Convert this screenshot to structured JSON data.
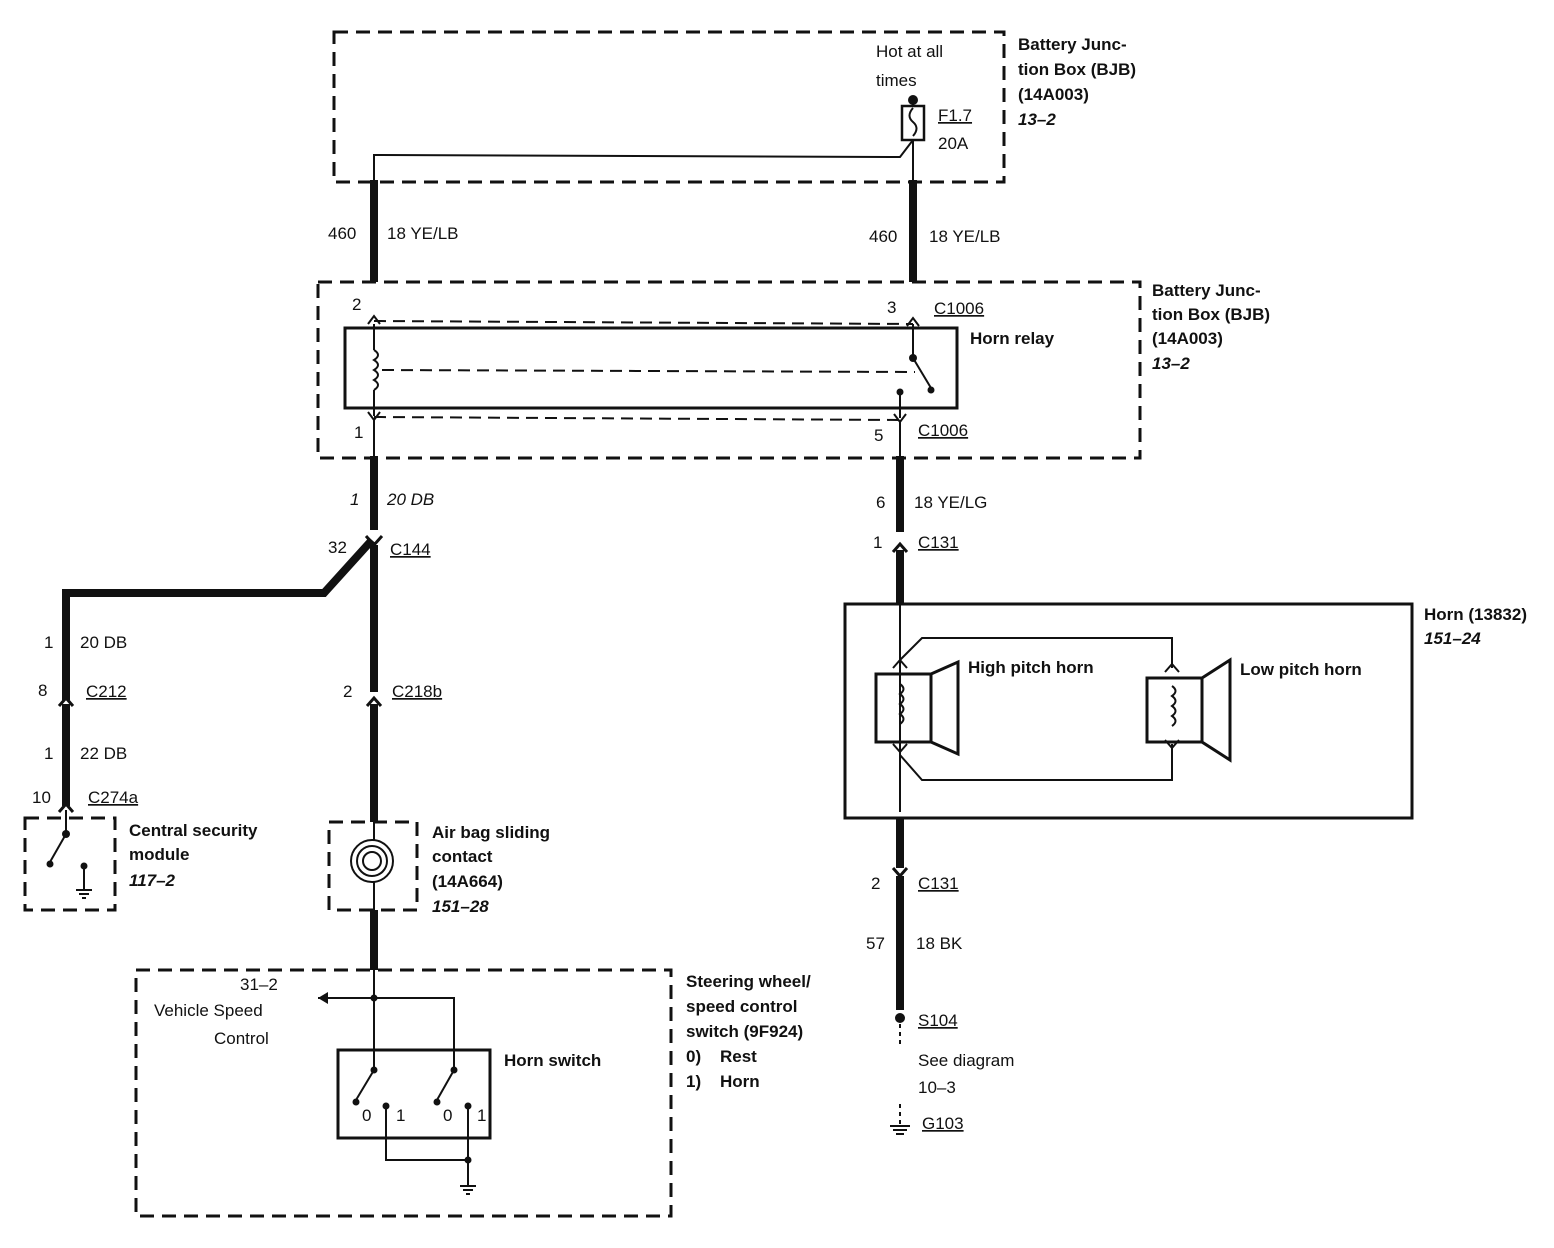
{
  "bjb_top": {
    "title_lines": [
      "Battery Junc-",
      "tion Box (BJB)",
      "(14A003)"
    ],
    "ref": "13–2",
    "hot_lines": [
      "Hot at all",
      "times"
    ],
    "fuse": "F1.7",
    "fuse_rating": "20A"
  },
  "wire_460_left": {
    "circuit": "460",
    "gauge_color": "18 YE/LB"
  },
  "wire_460_right": {
    "circuit": "460",
    "gauge_color": "18 YE/LB"
  },
  "bjb_relay": {
    "title_lines": [
      "Battery Junc-",
      "tion Box (BJB)",
      "(14A003)"
    ],
    "ref": "13–2",
    "relay_label": "Horn relay",
    "pin2": "2",
    "pin3": "3",
    "pin1": "1",
    "pin5": "5",
    "conn_top": "C1006",
    "conn_bottom": "C1006"
  },
  "wire_1": {
    "circuit": "1",
    "gauge_color": "20 DB"
  },
  "c144": {
    "pin": "32",
    "name": "C144"
  },
  "left_branch": {
    "w1_circuit": "1",
    "w1_gauge": "20 DB",
    "c212_pin": "8",
    "c212": "C212",
    "w2_circuit": "1",
    "w2_gauge": "22 DB",
    "c274_pin": "10",
    "c274": "C274a"
  },
  "csm": {
    "title_lines": [
      "Central security",
      "module"
    ],
    "ref": "117–2"
  },
  "c218": {
    "pin": "2",
    "name": "C218b"
  },
  "airbag": {
    "title_lines": [
      "Air bag sliding",
      "contact",
      "(14A664)"
    ],
    "ref": "151–28"
  },
  "steering": {
    "title_lines": [
      "Steering wheel/",
      "speed control",
      "switch (9F924)"
    ],
    "pos0_num": "0)",
    "pos0": "Rest",
    "pos1_num": "1)",
    "pos1": "Horn",
    "vsc_lines": [
      "31–2",
      "Vehicle Speed",
      "Control"
    ],
    "horn_switch": "Horn switch",
    "sw_labels": [
      "0",
      "1",
      "0",
      "1"
    ]
  },
  "wire_6": {
    "circuit": "6",
    "gauge_color": "18 YE/LG"
  },
  "c131_top": {
    "pin": "1",
    "name": "C131"
  },
  "horn": {
    "title": "Horn (13832)",
    "ref": "151–24",
    "high": "High pitch horn",
    "low": "Low pitch horn"
  },
  "c131_bottom": {
    "pin": "2",
    "name": "C131"
  },
  "wire_57": {
    "circuit": "57",
    "gauge_color": "18 BK"
  },
  "s104": "S104",
  "see_diagram_lines": [
    "See diagram",
    "10–3"
  ],
  "g103": "G103"
}
